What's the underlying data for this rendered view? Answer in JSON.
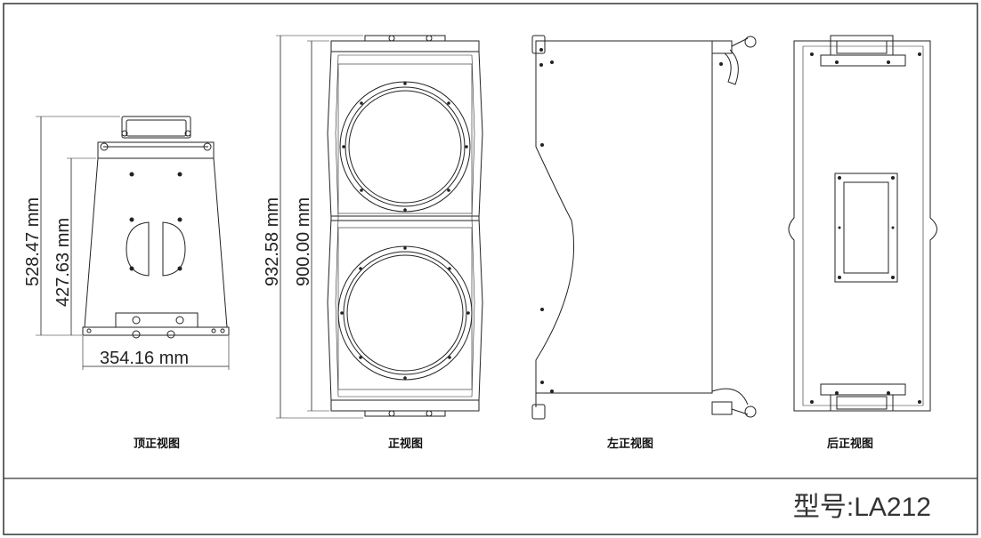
{
  "views": {
    "top": {
      "caption": "顶正视图",
      "height_outer": "528.47 mm",
      "height_inner": "427.63 mm",
      "width": "354.16 mm"
    },
    "front": {
      "caption": "正视图",
      "height_outer": "932.58 mm",
      "height_inner": "900.00 mm"
    },
    "left": {
      "caption": "左正视图"
    },
    "back": {
      "caption": "后正视图"
    }
  },
  "title_block": {
    "model": "型号:LA212"
  }
}
